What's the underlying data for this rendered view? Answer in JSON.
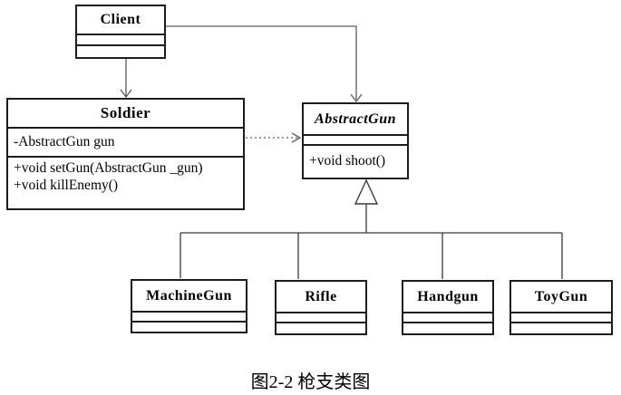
{
  "caption": "图2-2 枪支类图",
  "classes": {
    "client": {
      "name": "Client"
    },
    "soldier": {
      "name": "Soldier",
      "attributes": [
        "-AbstractGun gun"
      ],
      "methods": [
        "+void setGun(AbstractGun _gun)",
        "+void killEnemy()"
      ]
    },
    "abstract_gun": {
      "name": "AbstractGun",
      "methods": [
        "+void shoot()"
      ]
    },
    "machine_gun": {
      "name": "MachineGun"
    },
    "rifle": {
      "name": "Rifle"
    },
    "handgun": {
      "name": "Handgun"
    },
    "toy_gun": {
      "name": "ToyGun"
    }
  },
  "relationships": [
    {
      "from": "Client",
      "to": "Soldier",
      "type": "association-arrow"
    },
    {
      "from": "Client",
      "to": "AbstractGun",
      "type": "association-arrow"
    },
    {
      "from": "Soldier",
      "to": "AbstractGun",
      "type": "dashed-dependency-arrow"
    },
    {
      "from": "MachineGun",
      "to": "AbstractGun",
      "type": "generalization"
    },
    {
      "from": "Rifle",
      "to": "AbstractGun",
      "type": "generalization"
    },
    {
      "from": "Handgun",
      "to": "AbstractGun",
      "type": "generalization"
    },
    {
      "from": "ToyGun",
      "to": "AbstractGun",
      "type": "generalization"
    }
  ],
  "colors": {
    "background": "#ffffff",
    "box_border": "#1c1c1c",
    "connector": "#5a5a5a",
    "text": "#000000"
  }
}
